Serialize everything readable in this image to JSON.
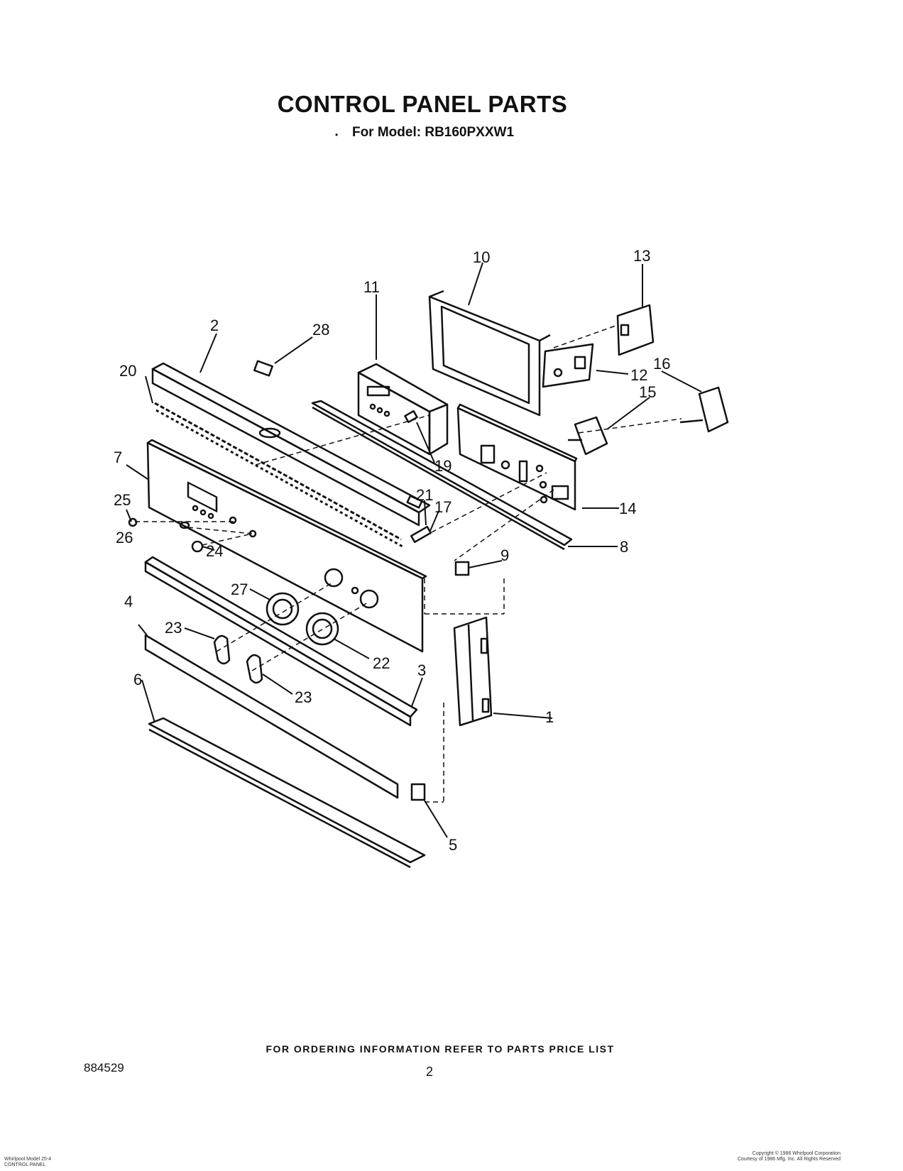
{
  "header": {
    "title": "CONTROL PANEL PARTS",
    "subtitle": "For Model: RB160PXXW1"
  },
  "diagram": {
    "callouts": [
      "1",
      "2",
      "3",
      "4",
      "5",
      "6",
      "7",
      "8",
      "9",
      "10",
      "11",
      "12",
      "13",
      "14",
      "15",
      "16",
      "17",
      "19",
      "20",
      "21",
      "22",
      "23",
      "23",
      "24",
      "25",
      "26",
      "27",
      "28"
    ]
  },
  "footer": {
    "ordering_note": "FOR ORDERING INFORMATION REFER TO PARTS PRICE LIST",
    "document_number": "884529",
    "page_number": "2",
    "fine_print_left": [
      "Whirlpool Model 25-4",
      "CONTROL PANEL"
    ],
    "fine_print_right": [
      "Copyright © 1986 Whirlpool Corporation",
      "Courtesy of 1986 Mfg. Inc. All Rights Reserved"
    ]
  }
}
